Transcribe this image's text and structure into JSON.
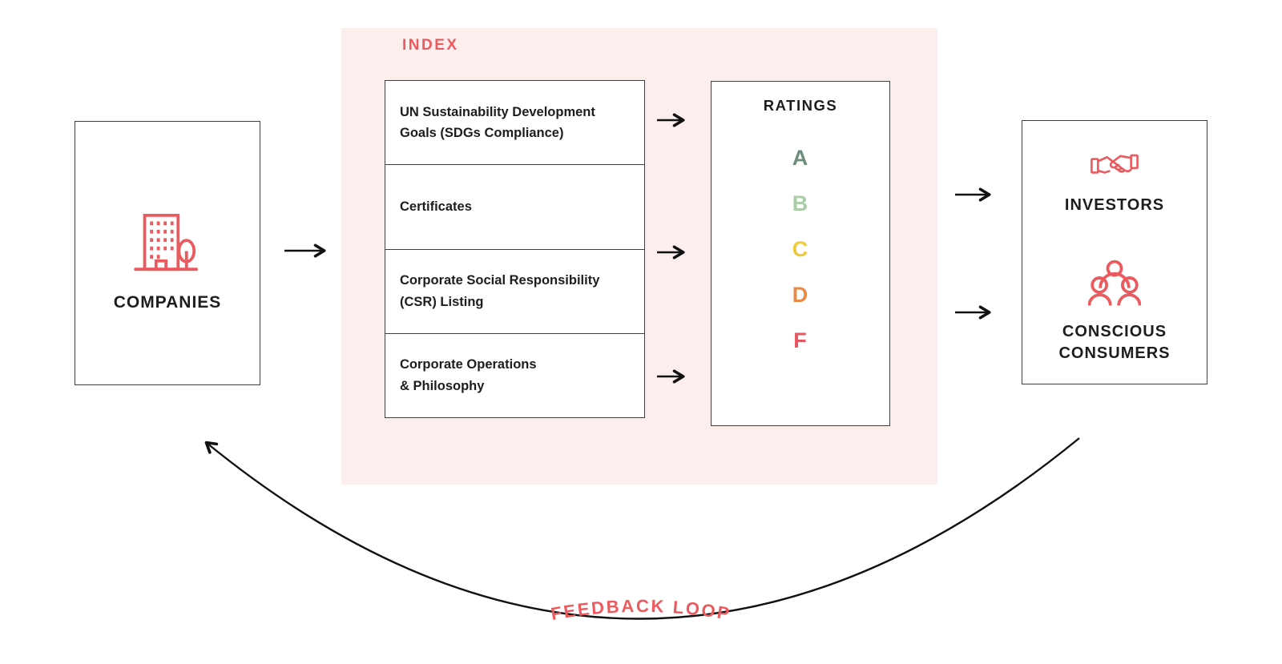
{
  "palette": {
    "accent_red": "#ea5a5e",
    "panel_pink": "#fceeed",
    "border_dark": "#3f3f41",
    "text_dark": "#1d1d1f",
    "arrow_black": "#111111"
  },
  "companies": {
    "label": "COMPANIES",
    "icon": "building-icon"
  },
  "index_panel": {
    "label": "INDEX",
    "criteria": [
      {
        "label": "UN Sustainability Development\nGoals (SDGs Compliance)"
      },
      {
        "label": "Certificates"
      },
      {
        "label": "Corporate Social Responsibility\n(CSR) Listing"
      },
      {
        "label": "Corporate Operations\n& Philosophy"
      }
    ]
  },
  "ratings": {
    "title": "RATINGS",
    "grades": [
      {
        "letter": "A",
        "color": "#6c8e7b"
      },
      {
        "letter": "B",
        "color": "#a9cea5"
      },
      {
        "letter": "C",
        "color": "#edc93c"
      },
      {
        "letter": "D",
        "color": "#e98b43"
      },
      {
        "letter": "F",
        "color": "#e8545f"
      }
    ]
  },
  "audience": {
    "investors_label": "INVESTORS",
    "investors_icon": "handshake-icon",
    "consumers_label": "CONSCIOUS\nCONSUMERS",
    "consumers_icon": "people-group-icon"
  },
  "feedback": {
    "label": "FEEDBACK LOOP"
  }
}
